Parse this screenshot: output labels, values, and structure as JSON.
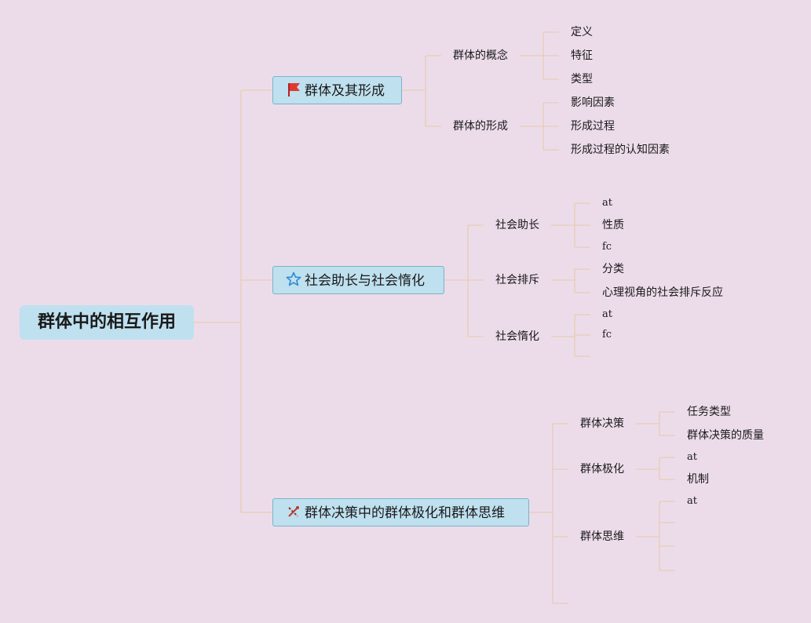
{
  "root": "群体中的相互作用",
  "branches": [
    {
      "title": "群体及其形成",
      "icon": "red-flag-icon",
      "children": [
        {
          "label": "群体的概念",
          "leaves": [
            "定义",
            "特征",
            "类型"
          ]
        },
        {
          "label": "群体的形成",
          "leaves": [
            "影响因素",
            "形成过程",
            "形成过程的认知因素"
          ]
        }
      ]
    },
    {
      "title": "社会助长与社会惰化",
      "icon": "blue-star-icon",
      "children": [
        {
          "label": "社会助长",
          "leaves": [
            "at",
            "性质",
            "fc"
          ]
        },
        {
          "label": "社会排斥",
          "leaves": [
            "分类",
            "心理视角的社会排斥反应"
          ]
        },
        {
          "label": "社会惰化",
          "leaves": [
            "at",
            "fc",
            ""
          ]
        }
      ]
    },
    {
      "title": "群体决策中的群体极化和群体思维",
      "icon": "tools-icon",
      "children": [
        {
          "label": "群体决策",
          "leaves": [
            "任务类型",
            "群体决策的质量"
          ]
        },
        {
          "label": "群体极化",
          "leaves": [
            "at",
            "机制"
          ]
        },
        {
          "label": "群体思维",
          "leaves": [
            "at",
            "",
            "",
            ""
          ]
        },
        {
          "label": "",
          "leaves": []
        }
      ]
    }
  ]
}
